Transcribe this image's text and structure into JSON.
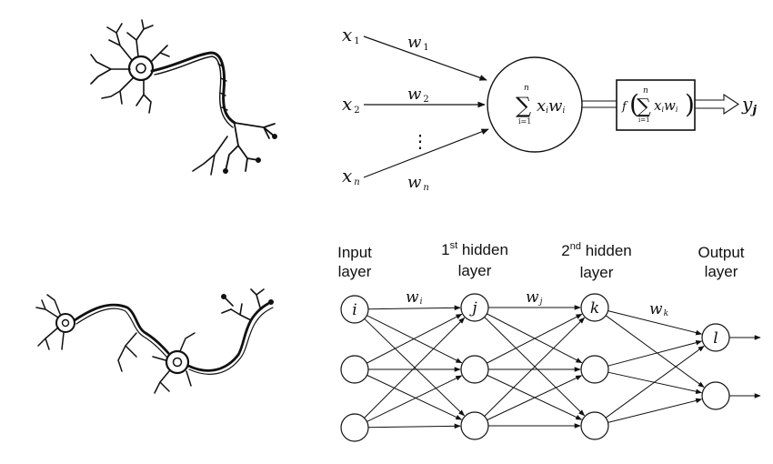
{
  "perceptron": {
    "inputs": [
      {
        "var": "x",
        "sub": "1"
      },
      {
        "var": "x",
        "sub": "2"
      },
      {
        "var": "x",
        "sub": "n"
      }
    ],
    "weights": [
      {
        "var": "w",
        "sub": "1"
      },
      {
        "var": "w",
        "sub": "2"
      },
      {
        "var": "w",
        "sub": "n"
      }
    ],
    "ellipsis": "⋮",
    "sum": {
      "symbol": "∑",
      "upper": "n",
      "lower": "i=1",
      "term_x": "x",
      "term_w": "w",
      "sub": "i"
    },
    "activation": {
      "f": "f",
      "symbol": "∑",
      "upper": "n",
      "lower": "i=1",
      "term_x": "x",
      "term_w": "w",
      "sub": "i"
    },
    "output": {
      "var": "y",
      "sub": "j"
    }
  },
  "network": {
    "layer_labels": [
      {
        "line1": "Input",
        "sup": "",
        "line1_rest": "",
        "line2": "layer"
      },
      {
        "line1": "1",
        "sup": "st",
        "line1_rest": " hidden",
        "line2": "layer"
      },
      {
        "line1": "2",
        "sup": "nd",
        "line1_rest": " hidden",
        "line2": "layer"
      },
      {
        "line1": "Output",
        "sup": "",
        "line1_rest": "",
        "line2": "layer"
      }
    ],
    "node_labels": [
      "i",
      "j",
      "k",
      "l"
    ],
    "weights": [
      {
        "var": "w",
        "sub": "i"
      },
      {
        "var": "w",
        "sub": "j"
      },
      {
        "var": "w",
        "sub": "k"
      }
    ]
  }
}
